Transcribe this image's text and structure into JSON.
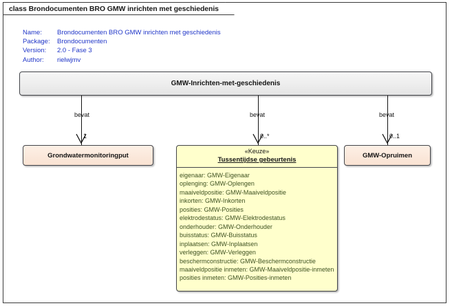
{
  "frame": {
    "title": "class Brondocumenten BRO GMW inrichten met geschiedenis"
  },
  "metadata": [
    {
      "key": "Name:",
      "value": "Brondocumenten BRO GMW inrichten met geschiedenis"
    },
    {
      "key": "Package:",
      "value": "Brondocumenten"
    },
    {
      "key": "Version:",
      "value": "2.0 - Fase 3"
    },
    {
      "key": "Author:",
      "value": "rielwjmv"
    }
  ],
  "root_class": {
    "name": "GMW-Inrichten-met-geschiedenis"
  },
  "classes": {
    "grondwatermonitoringput": {
      "name": "Grondwatermonitoringput"
    },
    "gmw_opruimen": {
      "name": "GMW-Opruimen"
    },
    "tussentijdse_gebeurtenis": {
      "stereotype": "«Keuze»",
      "name": "Tussentijdse gebeurtenis",
      "attributes": [
        "eigenaar: GMW-Eigenaar",
        "oplenging: GMW-Oplengen",
        "maaiveldpositie: GMW-Maaiveldpositie",
        "inkorten: GMW-Inkorten",
        "posities: GMW-Posities",
        "elektrodestatus: GMW-Elektrodestatus",
        "onderhouder: GMW-Onderhouder",
        "buisstatus: GMW-Buisstatus",
        "inplaatsen: GMW-Inplaatsen",
        "verleggen: GMW-Verleggen",
        "beschermconstructie: GMW-Beschermconstructie",
        "maaiveldpositie inmeten: GMW-Maaiveldpositie-inmeten",
        "posities inmeten: GMW-Posities-inmeten"
      ]
    }
  },
  "connectors": [
    {
      "label": "bevat",
      "multiplicity": "1"
    },
    {
      "label": "bevat",
      "multiplicity": "0..*"
    },
    {
      "label": "bevat",
      "multiplicity": "0..1"
    }
  ],
  "colors": {
    "frame_border": "#3a3a3a",
    "meta_text": "#2036c8",
    "root_fill": "#ededed",
    "leaf_fill": "#f9e2d2",
    "keuze_fill": "#ffffcc",
    "attr_text": "#3f5222",
    "connector": "#111111"
  }
}
